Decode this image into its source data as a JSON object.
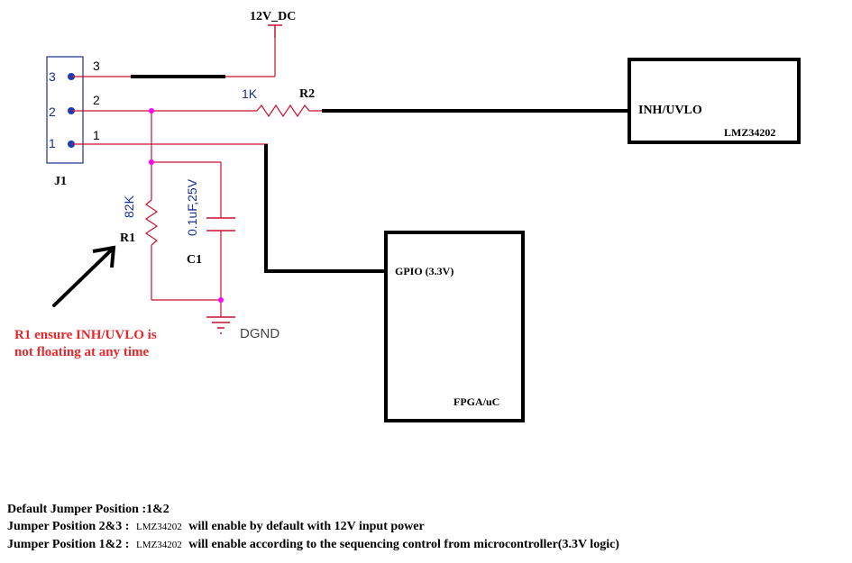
{
  "net_labels": {
    "power": "12V_DC",
    "ground": "DGND"
  },
  "connector": {
    "ref": "J1",
    "pin_numbers": [
      "3",
      "2",
      "1"
    ],
    "pin_labels": [
      "3",
      "2",
      "1"
    ]
  },
  "resistor_r2": {
    "ref": "R2",
    "value": "1K"
  },
  "resistor_r1": {
    "ref": "R1",
    "value": "82K"
  },
  "capacitor_c1": {
    "ref": "C1",
    "value": "0.1uF,25V"
  },
  "lmz_block": {
    "pin_label": "INH/UVLO",
    "part_name": "LMZ34202"
  },
  "fpga_block": {
    "pin_label": "GPIO (3.3V)",
    "part_name": "FPGA/uC"
  },
  "annotation": {
    "line1": "R1 ensure INH/UVLO is",
    "line2": "not floating at any time",
    "color": "#e8262b"
  },
  "colors": {
    "wire": "#c8102e",
    "junction": "#ff00ff",
    "pin_dot": "#1a3dbf",
    "text_blue": "#1a2f8f"
  },
  "notes": {
    "line1": "Default Jumper Position :1&2",
    "line2_prefix": "Jumper Position 2&3 :",
    "line2_part": "LMZ34202",
    "line2_text": "will enable by default with 12V input power",
    "line3_prefix": "Jumper Position 1&2 :",
    "line3_part": "LMZ34202",
    "line3_text": "will enable according to the sequencing control from microcontroller(3.3V logic)"
  }
}
